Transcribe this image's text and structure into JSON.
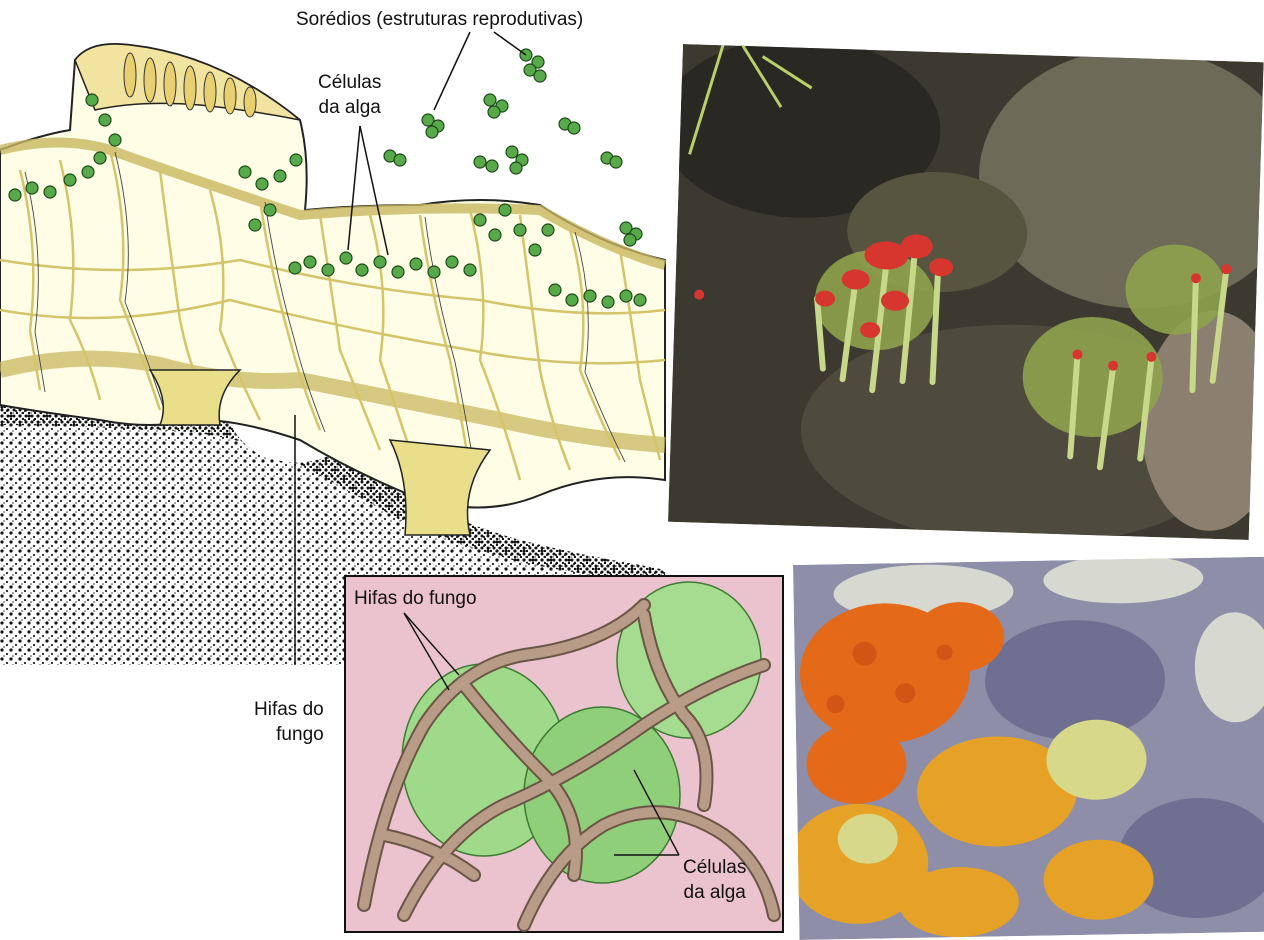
{
  "labels": {
    "soredia": "Sorédios (estruturas reprodutivas)",
    "algae_cells_top": "Células\nda alga",
    "fungus_hyphae_main": "Hifas do\nfungo",
    "fungus_hyphae_inset": "Hifas do fungo",
    "algae_cells_inset": "Células\nda alga"
  },
  "colors": {
    "hyphae_yellow": "#e9df8a",
    "algae_green": "#58a94a",
    "inset_background": "#ebc3cf",
    "inset_cell_green": "#9fd98a",
    "inset_hyphae": "#b89c88"
  }
}
